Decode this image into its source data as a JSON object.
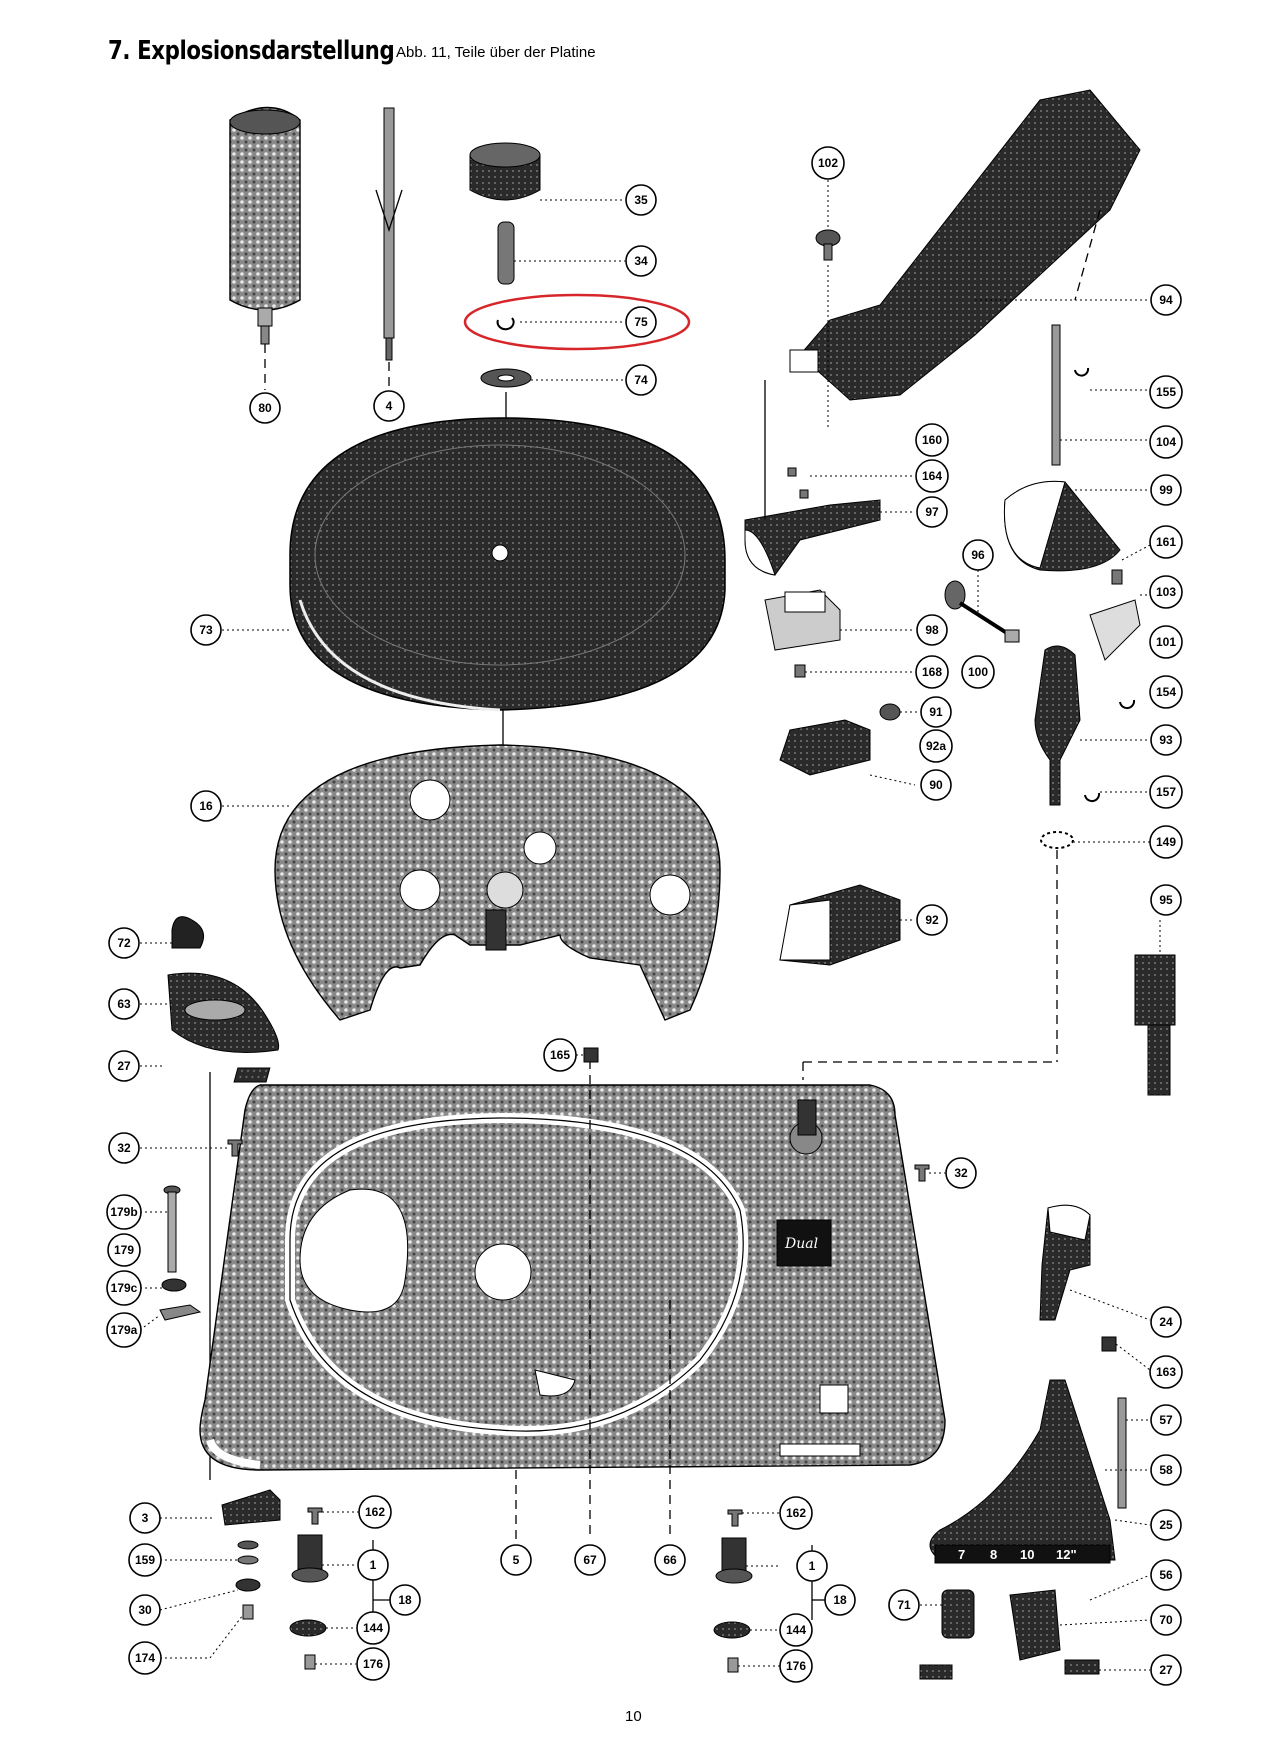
{
  "header": {
    "title": "7. Explosionsdarstellung",
    "subtitle": "Abb. 11, Teile über der Platine"
  },
  "page_number": "10",
  "highlight": {
    "color": "#d6262a",
    "part": "75"
  },
  "callouts": [
    {
      "id": "c-80",
      "label": "80"
    },
    {
      "id": "c-4",
      "label": "4"
    },
    {
      "id": "c-35",
      "label": "35"
    },
    {
      "id": "c-34",
      "label": "34"
    },
    {
      "id": "c-75",
      "label": "75"
    },
    {
      "id": "c-74",
      "label": "74"
    },
    {
      "id": "c-102",
      "label": "102"
    },
    {
      "id": "c-94",
      "label": "94"
    },
    {
      "id": "c-155",
      "label": "155"
    },
    {
      "id": "c-104",
      "label": "104"
    },
    {
      "id": "c-160",
      "label": "160"
    },
    {
      "id": "c-164",
      "label": "164"
    },
    {
      "id": "c-97",
      "label": "97"
    },
    {
      "id": "c-99",
      "label": "99"
    },
    {
      "id": "c-96",
      "label": "96"
    },
    {
      "id": "c-161",
      "label": "161"
    },
    {
      "id": "c-103",
      "label": "103"
    },
    {
      "id": "c-73",
      "label": "73"
    },
    {
      "id": "c-98",
      "label": "98"
    },
    {
      "id": "c-101",
      "label": "101"
    },
    {
      "id": "c-168",
      "label": "168"
    },
    {
      "id": "c-100",
      "label": "100"
    },
    {
      "id": "c-154",
      "label": "154"
    },
    {
      "id": "c-91",
      "label": "91"
    },
    {
      "id": "c-92a",
      "label": "92a"
    },
    {
      "id": "c-93",
      "label": "93"
    },
    {
      "id": "c-90",
      "label": "90"
    },
    {
      "id": "c-16",
      "label": "16"
    },
    {
      "id": "c-157",
      "label": "157"
    },
    {
      "id": "c-149",
      "label": "149"
    },
    {
      "id": "c-95",
      "label": "95"
    },
    {
      "id": "c-92",
      "label": "92"
    },
    {
      "id": "c-72",
      "label": "72"
    },
    {
      "id": "c-63",
      "label": "63"
    },
    {
      "id": "c-165",
      "label": "165"
    },
    {
      "id": "c-27a",
      "label": "27"
    },
    {
      "id": "c-32a",
      "label": "32"
    },
    {
      "id": "c-32b",
      "label": "32"
    },
    {
      "id": "c-179b",
      "label": "179b"
    },
    {
      "id": "c-179",
      "label": "179"
    },
    {
      "id": "c-179c",
      "label": "179c"
    },
    {
      "id": "c-179a",
      "label": "179a"
    },
    {
      "id": "c-24",
      "label": "24"
    },
    {
      "id": "c-163",
      "label": "163"
    },
    {
      "id": "c-57",
      "label": "57"
    },
    {
      "id": "c-58",
      "label": "58"
    },
    {
      "id": "c-25",
      "label": "25"
    },
    {
      "id": "c-3",
      "label": "3"
    },
    {
      "id": "c-162a",
      "label": "162"
    },
    {
      "id": "c-1a",
      "label": "1"
    },
    {
      "id": "c-18a",
      "label": "18"
    },
    {
      "id": "c-159",
      "label": "159"
    },
    {
      "id": "c-30",
      "label": "30"
    },
    {
      "id": "c-144a",
      "label": "144"
    },
    {
      "id": "c-174",
      "label": "174"
    },
    {
      "id": "c-176a",
      "label": "176"
    },
    {
      "id": "c-5",
      "label": "5"
    },
    {
      "id": "c-67",
      "label": "67"
    },
    {
      "id": "c-66",
      "label": "66"
    },
    {
      "id": "c-162b",
      "label": "162"
    },
    {
      "id": "c-1b",
      "label": "1"
    },
    {
      "id": "c-18b",
      "label": "18"
    },
    {
      "id": "c-144b",
      "label": "144"
    },
    {
      "id": "c-176b",
      "label": "176"
    },
    {
      "id": "c-71",
      "label": "71"
    },
    {
      "id": "c-56",
      "label": "56"
    },
    {
      "id": "c-70",
      "label": "70"
    },
    {
      "id": "c-27b",
      "label": "27"
    }
  ],
  "markings": {
    "logo": "Dual",
    "size_scale": [
      "7",
      "8",
      "10",
      "12\""
    ]
  }
}
